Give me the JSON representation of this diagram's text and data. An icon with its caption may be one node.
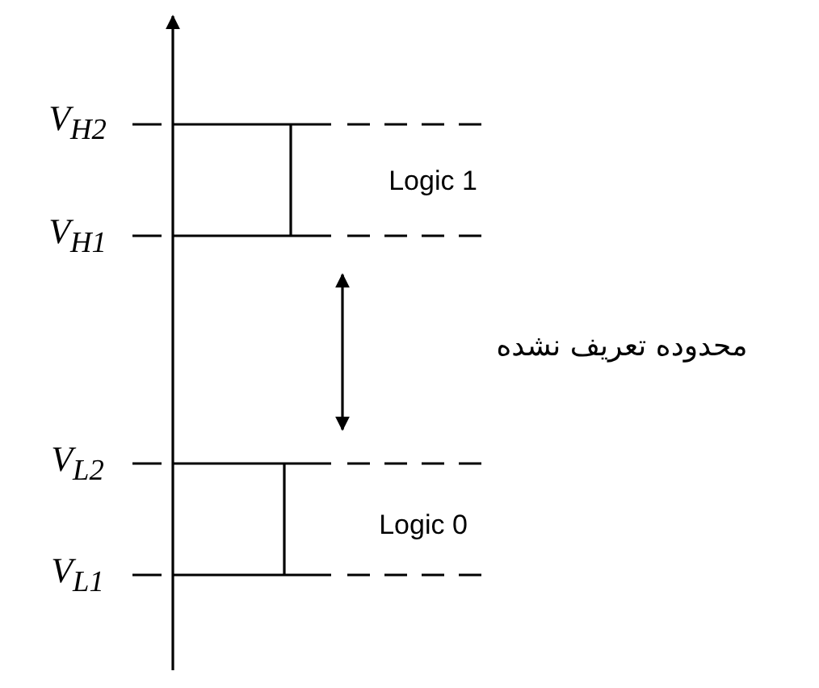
{
  "diagram": {
    "labels": [
      "V$_{H2}$",
      "Logic 1",
      "V$_{H1}$",
      "محدوده تعریف نشده",
      "V$_{L2}$",
      "Logic 0",
      "V$_{L1}$"
    ]
  }
}
